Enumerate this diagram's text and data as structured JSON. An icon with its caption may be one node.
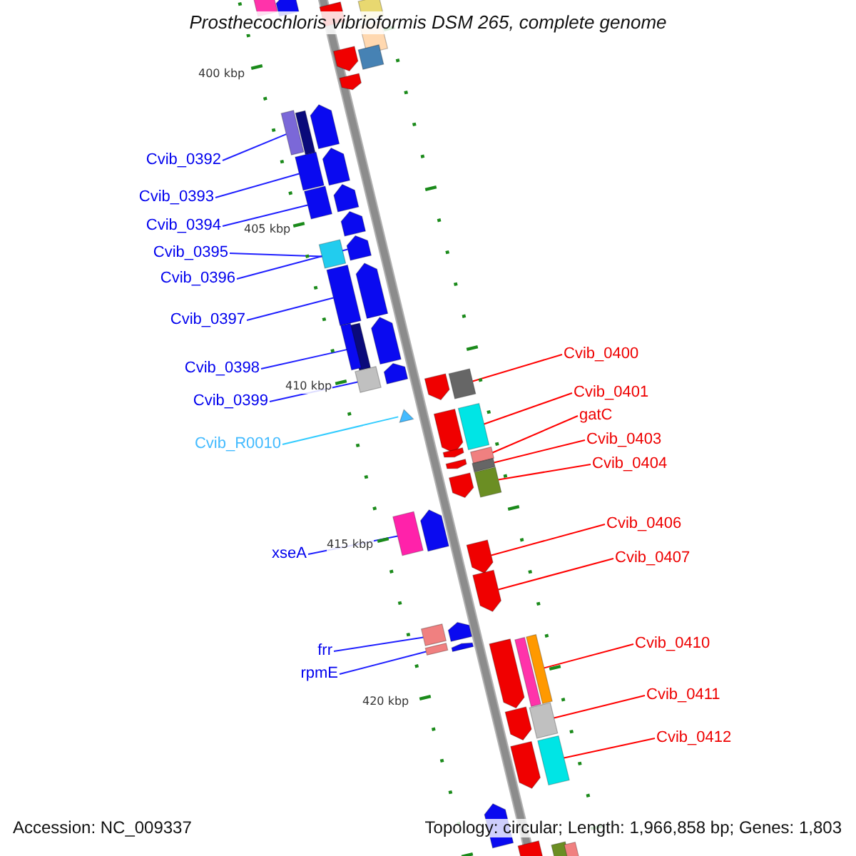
{
  "diagram": {
    "title": "Prosthecochloris vibrioformis DSM 265, complete genome",
    "nodes": [
      {
        "text": [
          "Cvib_0392"
        ]
      },
      {
        "text": [],
        "shape": "box"
      },
      {
        "text": [
          "Cvib_0393"
        ]
      },
      {
        "text": [],
        "shape": "box"
      },
      {
        "text": [
          "Cvib_0394"
        ]
      },
      {
        "text": [],
        "shape": "box"
      },
      {
        "text": [
          "Cvib_0395"
        ]
      },
      {
        "text": [],
        "shape": "box"
      },
      {
        "text": [
          "Cvib_0396"
        ]
      },
      {
        "text": [],
        "shape": "pentagon"
      },
      {
        "text": [
          "Cvib_0397"
        ]
      },
      {
        "text": [],
        "shape": "box"
      },
      {
        "text": [
          "Cvib_0398"
        ]
      },
      {
        "text": [],
        "shape": "box"
      },
      {
        "text": [
          "Cvib_0399"
        ]
      },
      {
        "text": [],
        "shape": "box"
      },
      {
        "text": [
          "Cvib_R0010"
        ]
      },
      {
        "text": [],
        "shape": "triangle"
      },
      {
        "text": [
          "xseA"
        ]
      },
      {
        "text": [],
        "shape": "box"
      },
      {
        "text": [
          "frr"
        ]
      },
      {
        "text": [],
        "shape": "box"
      },
      {
        "text": [
          "rpmE"
        ]
      },
      {
        "text": [],
        "shape": "box"
      },
      {
        "text": [
          "Cvib_0400"
        ]
      },
      {
        "text": [],
        "shape": "box"
      },
      {
        "text": [
          "Cvib_0401"
        ]
      },
      {
        "text": [],
        "shape": "box"
      },
      {
        "text": [
          "gatC"
        ]
      },
      {
        "text": [],
        "shape": "box"
      },
      {
        "text": [
          "Cvib_0403"
        ]
      },
      {
        "text": [],
        "shape": "box"
      },
      {
        "text": [
          "Cvib_0404"
        ]
      },
      {
        "text": [],
        "shape": "box"
      },
      {
        "text": [
          "Cvib_0406"
        ]
      },
      {
        "text": [],
        "shape": "pentagon"
      },
      {
        "text": [
          "Cvib_0407"
        ]
      },
      {
        "text": [],
        "shape": "pentagon"
      },
      {
        "text": [
          "Cvib_0410"
        ]
      },
      {
        "text": [],
        "shape": "box"
      },
      {
        "text": [
          "Cvib_0411"
        ]
      },
      {
        "text": [],
        "shape": "box"
      },
      {
        "text": [
          "Cvib_0412"
        ]
      },
      {
        "text": [],
        "shape": "box"
      },
      {
        "text": [],
        "shape": "box"
      },
      {
        "text": [],
        "shape": "pentagon"
      },
      {
        "text": [],
        "shape": "box"
      },
      {
        "text": [],
        "shape": "box"
      },
      {
        "text": [],
        "shape": "box"
      },
      {
        "text": [],
        "shape": "pentagon"
      },
      {
        "text": [],
        "shape": "box"
      },
      {
        "text": [],
        "shape": "pentagon"
      },
      {
        "text": [],
        "shape": "box"
      },
      {
        "text": [],
        "shape": "pentagon"
      },
      {
        "text": [],
        "shape": "pentagon"
      },
      {
        "text": [],
        "shape": "pentagon"
      },
      {
        "text": [],
        "shape": "pentagon"
      },
      {
        "text": [],
        "shape": "box"
      },
      {
        "text": [],
        "shape": "pentagon"
      },
      {
        "text": [],
        "shape": "pentagon"
      },
      {
        "text": [],
        "shape": "pentagon"
      },
      {
        "text": [],
        "shape": "pentagon"
      },
      {
        "text": [],
        "shape": "pentagon"
      },
      {
        "text": [],
        "shape": "pentagon"
      },
      {
        "text": [],
        "shape": "pentagon"
      },
      {
        "text": [],
        "shape": "pentagon"
      },
      {
        "text": [],
        "shape": "pentagon"
      },
      {
        "text": [],
        "shape": "pentagon"
      },
      {
        "text": [],
        "shape": "pentagon"
      },
      {
        "text": [],
        "shape": "pentagon"
      },
      {
        "text": [],
        "shape": "box"
      },
      {
        "text": [],
        "shape": "pentagon"
      },
      {
        "text": [],
        "shape": "pentagon"
      },
      {
        "text": [],
        "shape": "pentagon"
      },
      {
        "text": [],
        "shape": "box"
      },
      {
        "text": [],
        "shape": "box"
      },
      {
        "text": [],
        "shape": "box"
      }
    ],
    "edges": [
      {
        "from": 0,
        "to": 1,
        "arrow": "none"
      },
      {
        "from": 2,
        "to": 3,
        "arrow": "none"
      },
      {
        "from": 4,
        "to": 5,
        "arrow": "none"
      },
      {
        "from": 6,
        "to": 7,
        "arrow": "none"
      },
      {
        "from": 8,
        "to": 9,
        "arrow": "none"
      },
      {
        "from": 10,
        "to": 11,
        "arrow": "none"
      },
      {
        "from": 12,
        "to": 13,
        "arrow": "none"
      },
      {
        "from": 14,
        "to": 15,
        "arrow": "none"
      },
      {
        "from": 16,
        "to": 17,
        "arrow": "none",
        "color": "#33ccff"
      },
      {
        "from": 18,
        "to": 19,
        "arrow": "none"
      },
      {
        "from": 20,
        "to": 21,
        "arrow": "none"
      },
      {
        "from": 22,
        "to": 23,
        "arrow": "none"
      },
      {
        "from": 24,
        "to": 25,
        "arrow": "none",
        "color": "#ff0000"
      },
      {
        "from": 26,
        "to": 27,
        "arrow": "none",
        "color": "#ff0000"
      },
      {
        "from": 28,
        "to": 29,
        "arrow": "none",
        "color": "#ff0000"
      },
      {
        "from": 30,
        "to": 31,
        "arrow": "none",
        "color": "#ff0000"
      },
      {
        "from": 32,
        "to": 33,
        "arrow": "none",
        "color": "#ff0000"
      },
      {
        "from": 34,
        "to": 35,
        "arrow": "none",
        "color": "#ff0000"
      },
      {
        "from": 36,
        "to": 37,
        "arrow": "none",
        "color": "#ff0000"
      },
      {
        "from": 38,
        "to": 39,
        "arrow": "none",
        "color": "#ff0000"
      },
      {
        "from": 40,
        "to": 41,
        "arrow": "none",
        "color": "#ff0000"
      },
      {
        "from": 42,
        "to": 43,
        "arrow": "none",
        "color": "#ff0000"
      }
    ],
    "labels": [
      "400 kbp",
      "405 kbp",
      "410 kbp",
      "415 kbp",
      "420 kbp",
      "Accession: NC_009337",
      "Topology: circular; Length: 1,966,858 bp; Genes: 1,803"
    ]
  }
}
